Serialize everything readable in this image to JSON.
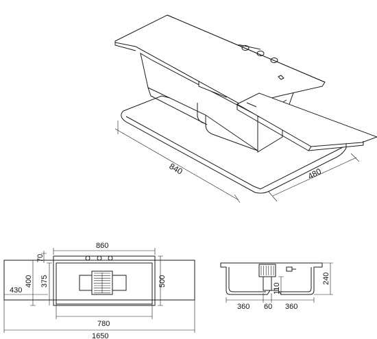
{
  "isometric": {
    "length_label": "840",
    "depth_label": "480"
  },
  "plan": {
    "top_width": "860",
    "height_70": "70",
    "height_400": "400",
    "height_375": "375",
    "height_500": "500",
    "left_430": "430",
    "inner_780": "780",
    "total_1650": "1650"
  },
  "section": {
    "depth_240": "240",
    "depth_110": "110",
    "left_360": "360",
    "mid_60": "60",
    "right_360": "360"
  },
  "colors": {
    "line": "#1a1a1a",
    "background": "#ffffff"
  }
}
